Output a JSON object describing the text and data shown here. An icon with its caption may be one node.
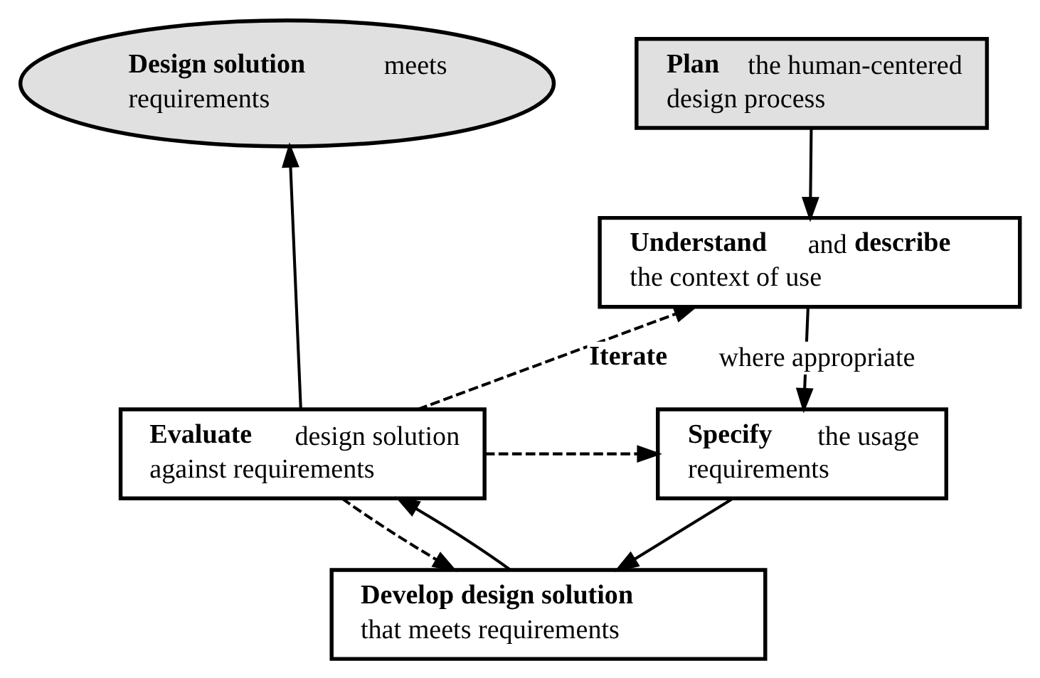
{
  "diagram": {
    "nodes": [
      {
        "text": [
          "**Design solution** meets requirements"
        ]
      },
      {
        "text": [
          "**Plan** the human-centered design process"
        ]
      },
      {
        "text": [
          "**Understand** and **describe** the context of use"
        ]
      },
      {
        "text": [
          "**Specify** the usage requirements"
        ]
      },
      {
        "text": [
          "**Develop design solution** that meets requirements"
        ]
      },
      {
        "text": [
          "**Evaluate** design solution against requirements"
        ]
      }
    ],
    "edges": [
      {
        "from": 1,
        "to": 2,
        "arrow": "to"
      },
      {
        "from": 2,
        "to": 3,
        "arrow": "to"
      },
      {
        "from": 3,
        "to": 4,
        "arrow": "to"
      },
      {
        "from": 4,
        "to": 5,
        "arrow": "to"
      },
      {
        "from": 5,
        "to": 0,
        "arrow": "to"
      },
      {
        "from": 5,
        "to": 2,
        "arrow": "to",
        "style": "dashed",
        "label": "**Iterate** where appropriate"
      },
      {
        "from": 5,
        "to": 3,
        "arrow": "to",
        "style": "dashed"
      },
      {
        "from": 5,
        "to": 4,
        "arrow": "to",
        "style": "dashed"
      }
    ]
  }
}
